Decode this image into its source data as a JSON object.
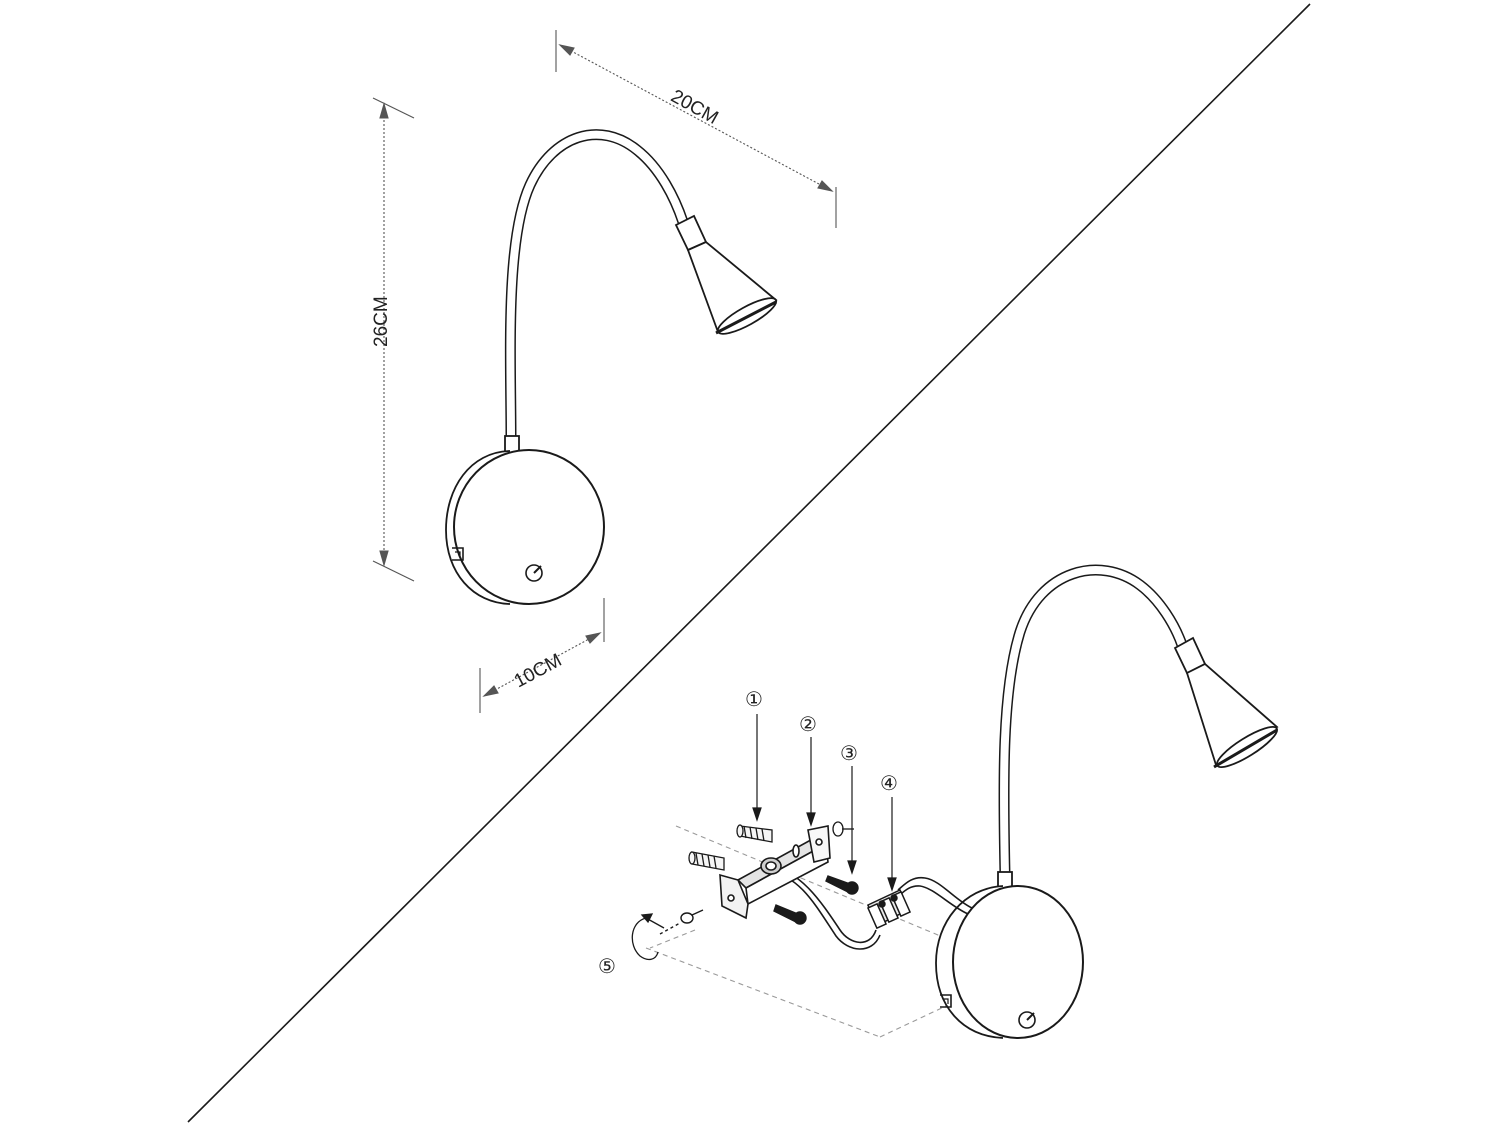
{
  "dimensions": {
    "width": "20CM",
    "height": "26CM",
    "depth": "10CM"
  },
  "parts": [
    {
      "number": "①"
    },
    {
      "number": "②"
    },
    {
      "number": "③"
    },
    {
      "number": "④"
    },
    {
      "number": "⑤"
    }
  ],
  "colors": {
    "line": "#1a1a1a",
    "dim_line": "#555555",
    "dashed": "#9a9a9a",
    "metal": "#cfcfcf"
  }
}
